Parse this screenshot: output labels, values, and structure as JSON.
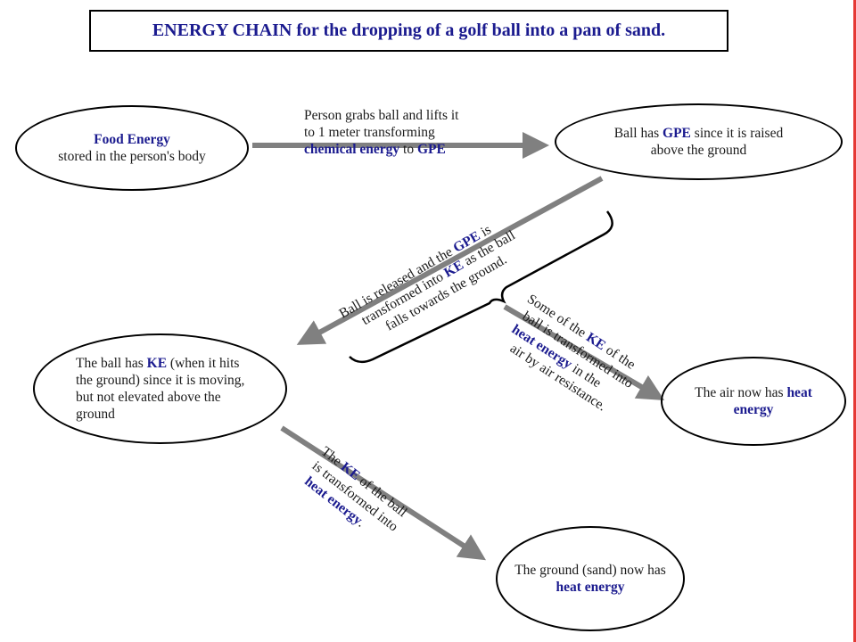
{
  "title": "ENERGY CHAIN for the dropping of a golf ball into a pan of sand.",
  "nodes": {
    "food": {
      "highlight": "Food Energy",
      "text": "stored in the person's body"
    },
    "gpe": {
      "pre": "Ball has ",
      "highlight": "GPE",
      "post": " since it is raised above the ground"
    },
    "ke": {
      "pre": "The ball has ",
      "highlight": "KE",
      "post": " (when it hits the ground) since it is moving, but not elevated above the ground"
    },
    "air": {
      "pre": "The air now has ",
      "highlight": "heat energy"
    },
    "ground": {
      "pre": "The ground (sand) now has ",
      "highlight": "heat energy"
    }
  },
  "edges": {
    "lift": {
      "line1": "Person grabs ball and lifts it",
      "line2": "to 1 meter transforming",
      "hl1": "chemical energy",
      "mid": " to ",
      "hl2": "GPE"
    },
    "release": {
      "pre1": "Ball is released and the ",
      "hl1": "GPE",
      "post1": " is",
      "pre2": "transformed into ",
      "hl2": "KE",
      "post2": " as the ball",
      "line3": "falls towards the ground."
    },
    "air": {
      "pre1": "Some of the ",
      "hl1": "KE",
      "post1": " of the",
      "line2": "ball is transformed into",
      "hl2": "heat energy",
      "post3": " in the",
      "line4": "air by air resistance."
    },
    "ground": {
      "pre1": "The ",
      "hl1": "KE",
      "post1": " of the ball",
      "line2": "is transformed into",
      "hl2": "heat energy",
      "post3": "."
    }
  },
  "colors": {
    "accent": "#1b1b8f",
    "arrow": "#808080"
  }
}
